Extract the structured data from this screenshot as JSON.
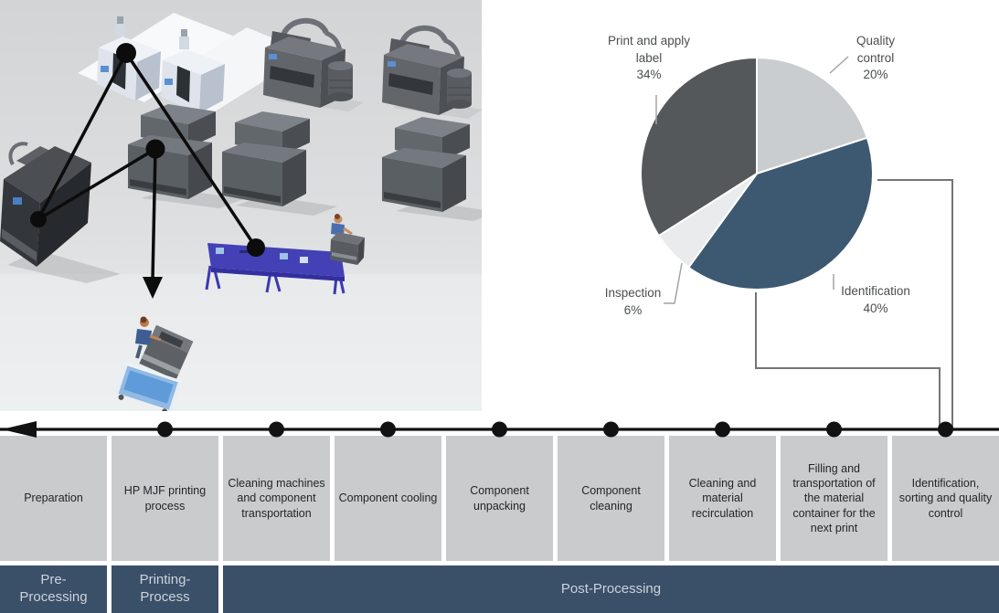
{
  "scene": {
    "objects": [
      {
        "name": "mjf-printer-white",
        "count": 2
      },
      {
        "name": "processing-station-with-material-tank",
        "count": 2
      },
      {
        "name": "build-unit-machine",
        "count": 3
      },
      {
        "name": "dark-printing-system",
        "count": 1
      },
      {
        "name": "blue-work-table",
        "count": 1
      },
      {
        "name": "worker-with-cart",
        "count": 2
      },
      {
        "name": "blue-transport-cart",
        "count": 1
      }
    ]
  },
  "chart_data": {
    "type": "pie",
    "title": "",
    "start_angle_deg": -90,
    "direction": "clockwise",
    "legend_position": "callout-labels",
    "slices": [
      {
        "label": "Quality control",
        "value": 20,
        "color": "#c9cdd0"
      },
      {
        "label": "Identification",
        "value": 40,
        "color": "#3d5971"
      },
      {
        "label": "Inspection",
        "value": 6,
        "color": "#e9ebec"
      },
      {
        "label": "Print and apply label",
        "value": 34,
        "color": "#54585a"
      }
    ]
  },
  "pie_labels": {
    "print_apply": "Print and apply\nlabel\n34%",
    "quality": "Quality\ncontrol\n20%",
    "inspection": "Inspection\n6%",
    "identification": "Identification\n40%"
  },
  "timeline": {
    "steps": [
      {
        "label": "Preparation"
      },
      {
        "label": "HP MJF printing process"
      },
      {
        "label": "Cleaning machines and component transportation"
      },
      {
        "label": "Component cooling"
      },
      {
        "label": "Component unpacking"
      },
      {
        "label": "Component cleaning"
      },
      {
        "label": "Cleaning and material recirculation"
      },
      {
        "label": "Filling and transportation of the material container for the next print"
      },
      {
        "label": "Identification, sorting and quality control"
      }
    ],
    "phases": [
      {
        "label": "Pre-\nProcessing",
        "span": 1
      },
      {
        "label": "Printing-\nProcess",
        "span": 1
      },
      {
        "label": "Post-Processing",
        "span": 7
      }
    ]
  },
  "colors": {
    "step_box": "#c9cbcc",
    "phase_bar": "#3a4f68",
    "phase_text": "#cdd3d9",
    "timeline_line": "#121212",
    "connector_line": "#717578",
    "network_line": "#0c0c0c",
    "table_blue": "#4341b5",
    "scene_background": "#d8dadb"
  }
}
